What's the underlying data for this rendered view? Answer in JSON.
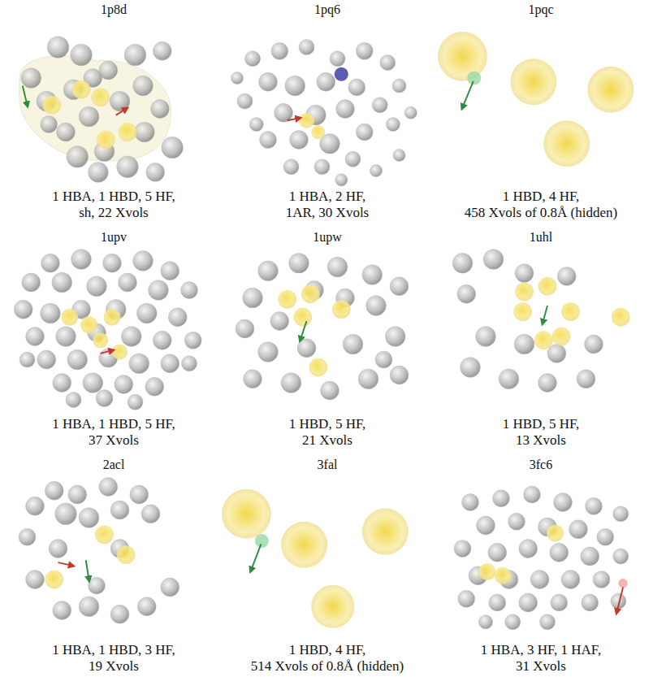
{
  "diagram": {
    "labels": [
      "1p8d",
      "1 HBA, 1 HBD, 5 HF, sh, 22 Xvols",
      "1pq6",
      "1 HBA, 2 HF, 1AR, 30 Xvols",
      "1pqc",
      "1 HBD, 4 HF, 458 Xvols of 0.8Å (hidden)",
      "1upv",
      "1 HBA, 1 HBD, 5 HF, 37 Xvols",
      "1upw",
      "1 HBD, 5 HF, 21 Xvols",
      "1uhl",
      "1 HBD, 5 HF, 13 Xvols",
      "2acl",
      "1 HBA, 1 HBD, 3 HF, 19 Xvols",
      "3fal",
      "1 HBD, 4 HF, 514 Xvols of 0.8Å (hidden)",
      "3fc6",
      "1 HBA, 3 HF, 1 HAF, 31 Xvols"
    ]
  }
}
